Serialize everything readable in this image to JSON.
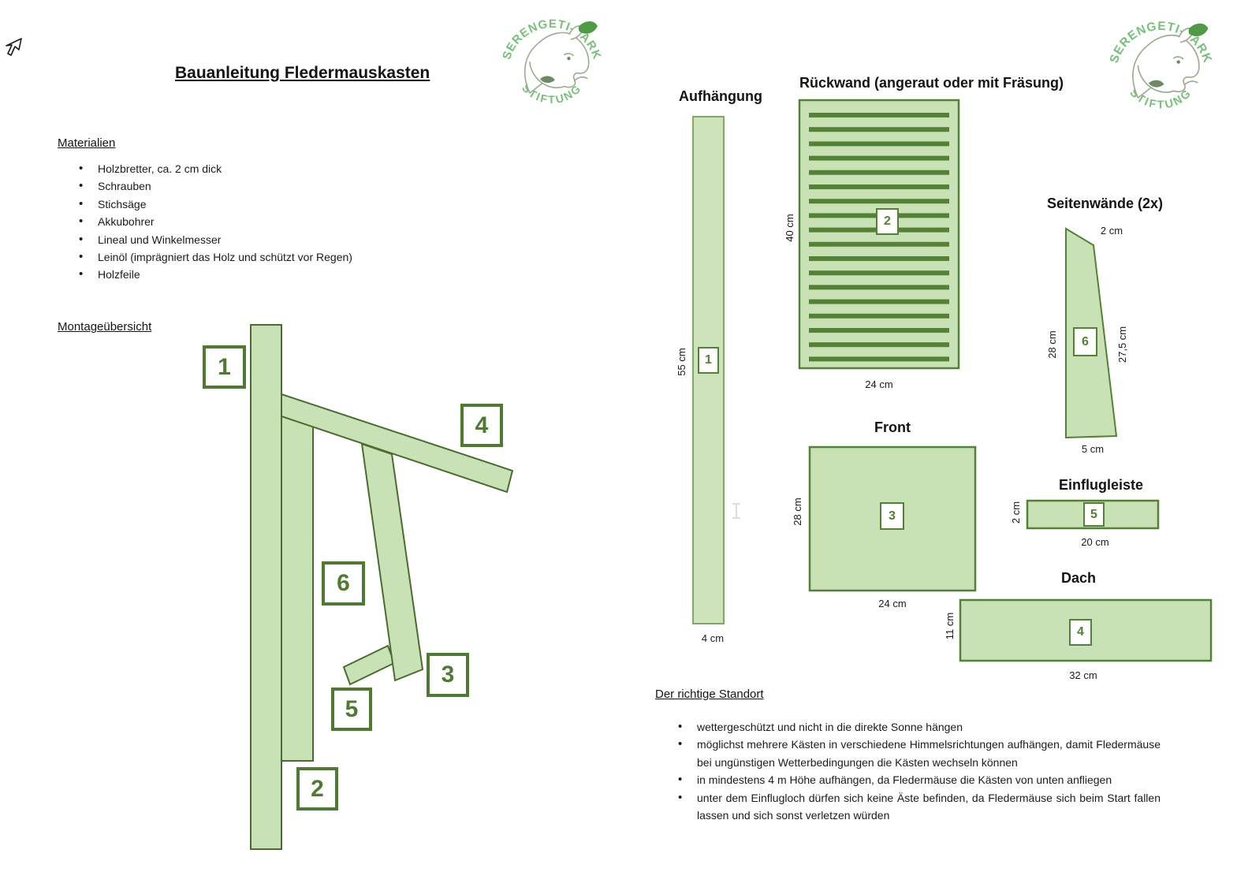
{
  "title": "Bauanleitung Fledermauskasten",
  "logo": {
    "arc_top": "SERENGETI-PARK",
    "arc_bottom": "STIFTUNG"
  },
  "materials": {
    "heading": "Materialien",
    "items": [
      "Holzbretter, ca. 2 cm dick",
      "Schrauben",
      "Stichsäge",
      "Akkubohrer",
      "Lineal und Winkelmesser",
      "Leinöl (imprägniert das Holz und schützt vor Regen)",
      "Holzfeile"
    ]
  },
  "assembly": {
    "heading": "Montageübersicht",
    "labels": [
      "1",
      "2",
      "3",
      "4",
      "5",
      "6"
    ]
  },
  "parts": {
    "aufhaengung": {
      "title": "Aufhängung",
      "number": "1",
      "height": "55 cm",
      "width": "4 cm"
    },
    "rueckwand": {
      "title": "Rückwand (angeraut oder mit Fräsung)",
      "number": "2",
      "height": "40 cm",
      "width": "24 cm"
    },
    "seitenwaende": {
      "title": "Seitenwände (2x)",
      "number": "6",
      "top": "2 cm",
      "left": "28 cm",
      "right": "27,5 cm",
      "bottom": "5 cm"
    },
    "front": {
      "title": "Front",
      "number": "3",
      "left": "28 cm",
      "bottom": "24 cm"
    },
    "einflugleiste": {
      "title": "Einflugleiste",
      "number": "5",
      "left": "2 cm",
      "bottom": "20 cm"
    },
    "dach": {
      "title": "Dach",
      "number": "4",
      "left": "11 cm",
      "bottom": "32 cm"
    }
  },
  "location": {
    "heading": "Der richtige Standort",
    "items": [
      "wettergeschützt und nicht in die direkte Sonne hängen",
      "möglichst mehrere Kästen in verschiedene Himmelsrichtungen aufhängen, damit Fledermäuse bei ungünstigen Wetterbedingungen die Kästen wechseln können",
      "in mindestens 4 m Höhe aufhängen, da Fledermäuse die Kästen von unten anfliegen",
      "unter dem Einflugloch dürfen sich keine Äste befinden, da Fledermäuse sich beim Start fallen lassen und sich sonst verletzen würden"
    ]
  },
  "colors": {
    "part_fill": "#c9e2b5",
    "part_stroke": "#538135",
    "assembly_stroke": "#4a6c30",
    "logo_green": "#76c178"
  }
}
